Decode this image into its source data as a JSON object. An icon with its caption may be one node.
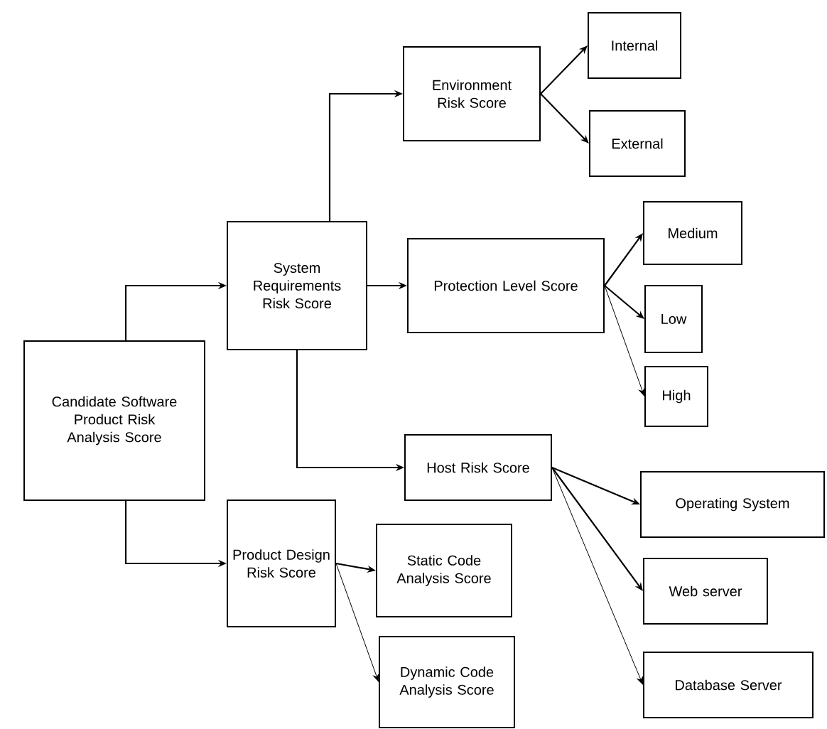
{
  "diagram": {
    "nodes": [
      {
        "text": [
          "Candidate Software Product Risk Analysis Score"
        ]
      },
      {
        "text": [
          "System Requirements Risk Score"
        ]
      },
      {
        "text": [
          "Product Design Risk Score"
        ]
      },
      {
        "text": [
          "Environment Risk Score"
        ]
      },
      {
        "text": [
          "Protection Level Score"
        ]
      },
      {
        "text": [
          "Host Risk Score"
        ]
      },
      {
        "text": [
          "Internal"
        ]
      },
      {
        "text": [
          "External"
        ]
      },
      {
        "text": [
          "Medium"
        ]
      },
      {
        "text": [
          "Low"
        ]
      },
      {
        "text": [
          "High"
        ]
      },
      {
        "text": [
          "Operating System"
        ]
      },
      {
        "text": [
          "Web server"
        ]
      },
      {
        "text": [
          "Database Server"
        ]
      },
      {
        "text": [
          "Static Code Analysis Score"
        ]
      },
      {
        "text": [
          "Dynamic Code Analysis Score"
        ]
      }
    ],
    "edges": [
      {
        "from": 0,
        "to": 1,
        "arrow": "to"
      },
      {
        "from": 0,
        "to": 2,
        "arrow": "to"
      },
      {
        "from": 1,
        "to": 3,
        "arrow": "to"
      },
      {
        "from": 1,
        "to": 4,
        "arrow": "to"
      },
      {
        "from": 1,
        "to": 5,
        "arrow": "to"
      },
      {
        "from": 3,
        "to": 6,
        "arrow": "to"
      },
      {
        "from": 3,
        "to": 7,
        "arrow": "to"
      },
      {
        "from": 4,
        "to": 8,
        "arrow": "to"
      },
      {
        "from": 4,
        "to": 9,
        "arrow": "to"
      },
      {
        "from": 4,
        "to": 10,
        "arrow": "to"
      },
      {
        "from": 5,
        "to": 11,
        "arrow": "to"
      },
      {
        "from": 5,
        "to": 12,
        "arrow": "to"
      },
      {
        "from": 5,
        "to": 13,
        "arrow": "to"
      },
      {
        "from": 2,
        "to": 14,
        "arrow": "to"
      },
      {
        "from": 2,
        "to": 15,
        "arrow": "to"
      }
    ]
  }
}
